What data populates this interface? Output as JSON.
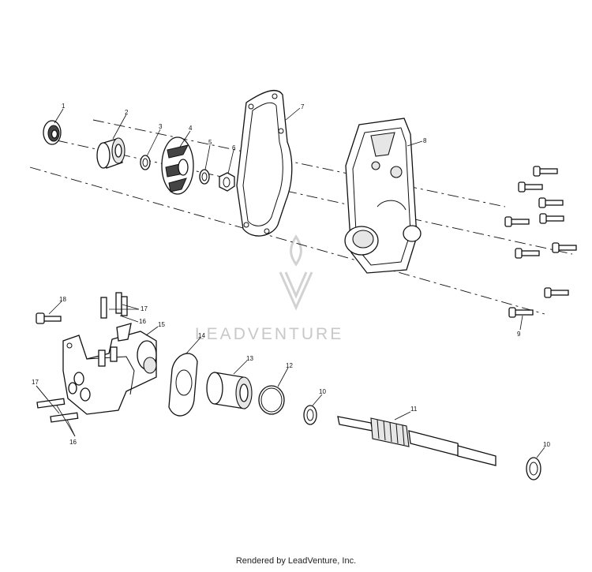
{
  "watermark": {
    "text": "LEADVENTURE"
  },
  "footer": {
    "credit": "Rendered by LeadVenture, Inc."
  },
  "callouts": {
    "c1": "1",
    "c2": "2",
    "c3": "3",
    "c4": "4",
    "c5": "5",
    "c6": "6",
    "c7": "7",
    "c8": "8",
    "c9": "9",
    "c10a": "10",
    "c10b": "10",
    "c11": "11",
    "c12": "12",
    "c13": "13",
    "c14": "14",
    "c15": "15",
    "c16a": "16",
    "c16b": "16",
    "c17a": "17",
    "c17b": "17",
    "c18": "18"
  }
}
